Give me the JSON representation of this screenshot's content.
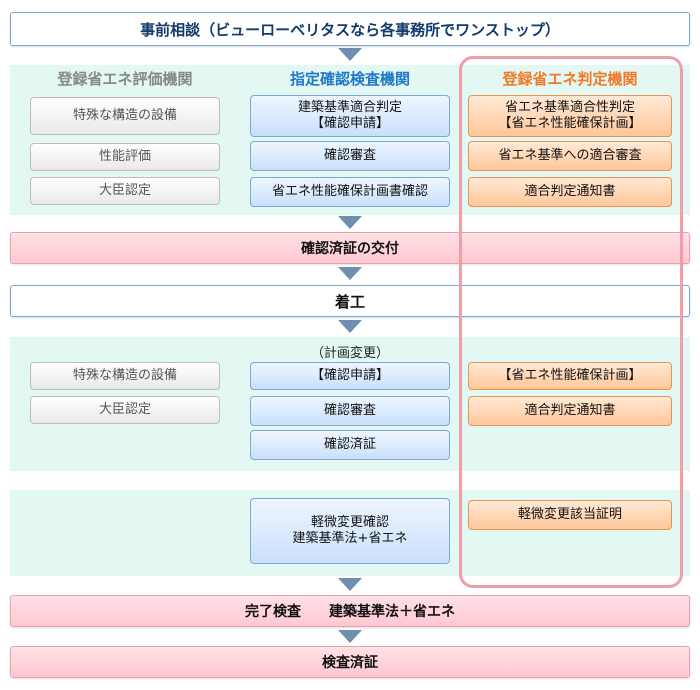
{
  "top_bar": "事前相談（ビューローベリタスなら各事務所でワンストップ）",
  "columns": {
    "left_header": "登録省エネ評価機関",
    "center_header": "指定確認検査機関",
    "right_header": "登録省エネ判定機関"
  },
  "section1": {
    "left": [
      "特殊な構造の設備",
      "性能評価",
      "大臣認定"
    ],
    "center": [
      {
        "line1": "建築基準適合判定",
        "line2": "【確認申請】"
      },
      {
        "line1": "確認審査"
      },
      {
        "line1": "省エネ性能確保計画書確認"
      }
    ],
    "right": [
      {
        "line1": "省エネ基準適合性判定",
        "line2": "【省エネ性能確保計画】"
      },
      {
        "line1": "省エネ基準への適合審査"
      },
      {
        "line1": "適合判定通知書"
      }
    ]
  },
  "confirmation_issued": "確認済証の交付",
  "construction_start": "着工",
  "section2": {
    "note": "（計画変更）",
    "left": [
      "特殊な構造の設備",
      "大臣認定"
    ],
    "center": [
      "【確認申請】",
      "確認審査",
      "確認済証"
    ],
    "right": [
      "【省エネ性能確保計画】",
      "適合判定通知書"
    ]
  },
  "section3": {
    "center_line1": "軽微変更確認",
    "center_line2": "建築基準法+省エネ",
    "right": "軽微変更該当証明"
  },
  "completion_inspection": "完了検査　　建築基準法＋省エネ",
  "inspection_certificate": "検査済証",
  "colors": {
    "panel": "#e3f8f2",
    "gray_box": "#eeeeee",
    "blue_box": "#c9e0fb",
    "orange_box": "#ffc79a",
    "pink_bar": "#ffc8d1",
    "header_gray": "#888888",
    "header_blue": "#1f78c8",
    "header_orange": "#f07a2a",
    "arrow": "#6f8fb0"
  }
}
